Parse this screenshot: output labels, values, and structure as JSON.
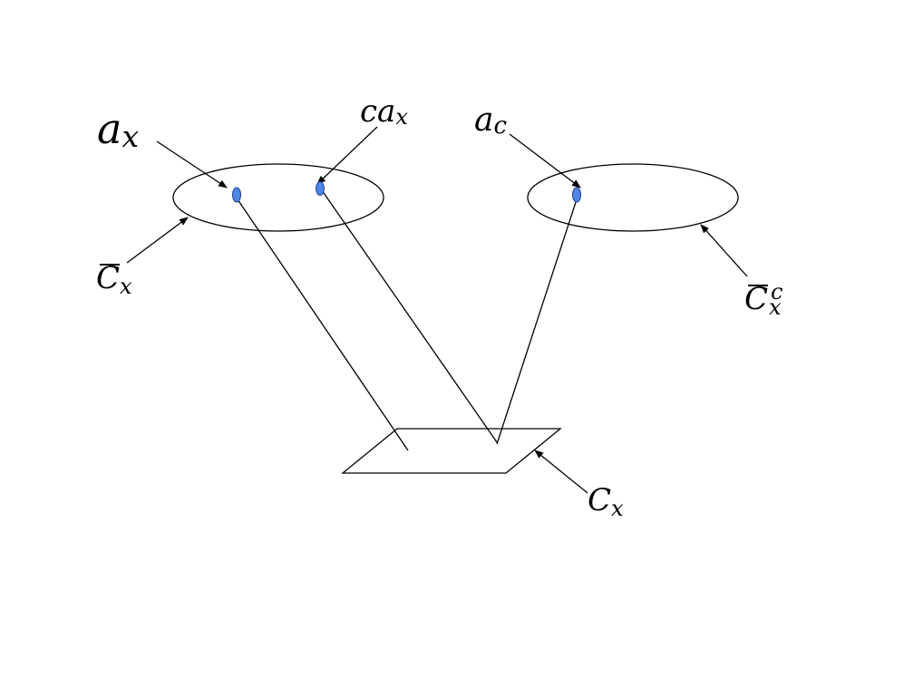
{
  "labels": {
    "a_x": {
      "base": "a",
      "sub": "x"
    },
    "ca_x": {
      "base": "ca",
      "sub": "x"
    },
    "a_c": {
      "base": "a",
      "sub": "c"
    },
    "cbar_x": {
      "base": "C",
      "sub": "x"
    },
    "cbar_x_c": {
      "base": "C",
      "sub": "x",
      "sup": "c"
    },
    "c_x": {
      "base": "C",
      "sub": "x"
    }
  },
  "colors": {
    "point_fill": "#4f86e8",
    "point_stroke": "#1f3f8f",
    "line": "#000000"
  }
}
